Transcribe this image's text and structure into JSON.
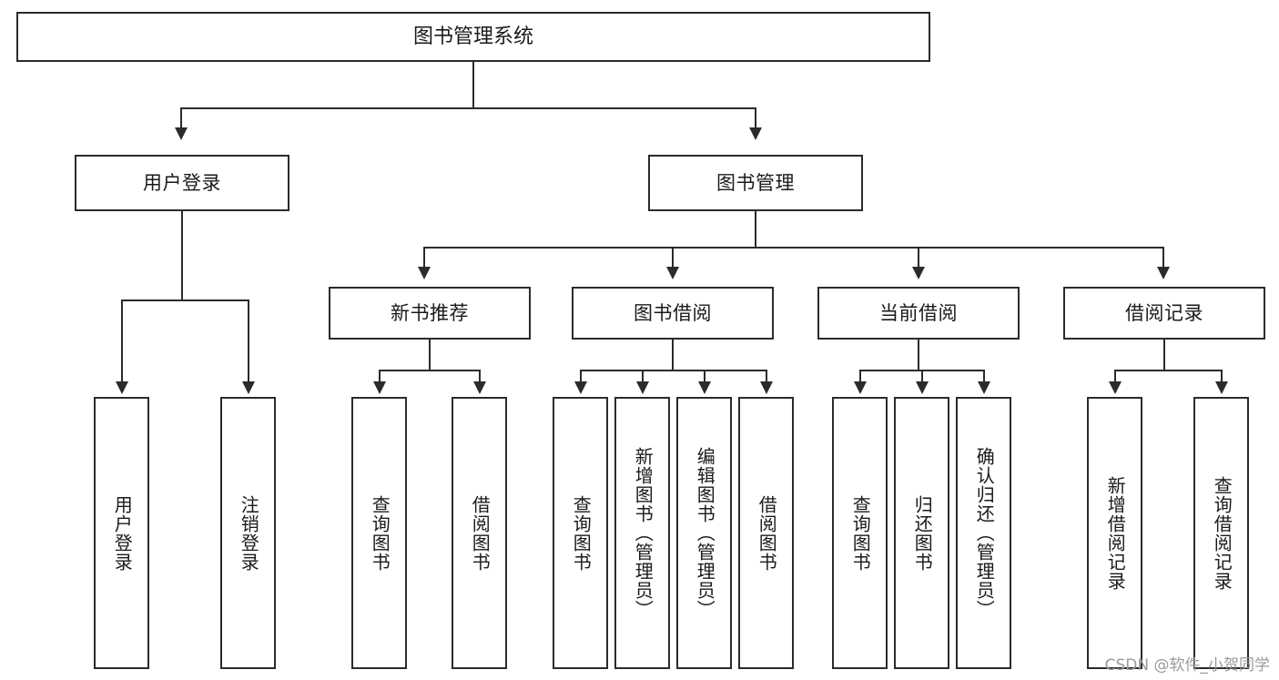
{
  "diagram": {
    "title": "图书管理系统",
    "type": "tree-hierarchy-diagram",
    "colors": {
      "stroke": "#2b2b2b",
      "fill": "#ffffff",
      "text": "#1a1a1a",
      "watermark": "#9a9a9a"
    },
    "root": {
      "label": "图书管理系统"
    },
    "level1": [
      {
        "label": "用户登录"
      },
      {
        "label": "图书管理"
      }
    ],
    "level2": [
      {
        "label": "新书推荐"
      },
      {
        "label": "图书借阅"
      },
      {
        "label": "当前借阅"
      },
      {
        "label": "借阅记录"
      }
    ],
    "leaves": {
      "user_login": [
        {
          "label": "用户登录"
        },
        {
          "label": "注销登录"
        }
      ],
      "new_book_recommend": [
        {
          "label": "查询图书"
        },
        {
          "label": "借阅图书"
        }
      ],
      "book_borrow": [
        {
          "label": "查询图书"
        },
        {
          "label": "新增图书（管理员）"
        },
        {
          "label": "编辑图书（管理员）"
        },
        {
          "label": "借阅图书"
        }
      ],
      "current_borrow": [
        {
          "label": "查询图书"
        },
        {
          "label": "归还图书"
        },
        {
          "label": "确认归还（管理员）"
        }
      ],
      "borrow_records": [
        {
          "label": "新增借阅记录"
        },
        {
          "label": "查询借阅记录"
        }
      ]
    }
  },
  "watermark": {
    "text": "CSDN @软件_小贺同学"
  }
}
